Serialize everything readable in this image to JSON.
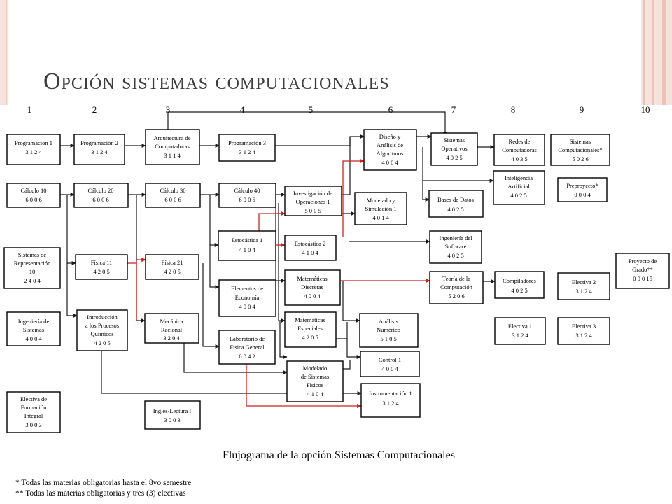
{
  "title": "Opción sistemas computacionales",
  "columns": [
    "1",
    "2",
    "3",
    "4",
    "5",
    "6",
    "7",
    "8",
    "9",
    "10"
  ],
  "courses": [
    {
      "id": "prog1",
      "lines": [
        "Programación 1",
        "3 1 2 4"
      ]
    },
    {
      "id": "calc10",
      "lines": [
        "Cálculo 10",
        "6 0 0 6"
      ]
    },
    {
      "id": "sisrep",
      "lines": [
        "Sistemas de",
        "Representación",
        "10",
        "2 4 0 4"
      ]
    },
    {
      "id": "ingsis",
      "lines": [
        "Ingeniería de",
        "Sistemas",
        "4 0 0 4"
      ]
    },
    {
      "id": "electfi",
      "lines": [
        "Electiva de",
        "Formación",
        "Integral",
        "3 0 0 3"
      ]
    },
    {
      "id": "prog2",
      "lines": [
        "Programación 2",
        "3 1 2 4"
      ]
    },
    {
      "id": "calc20",
      "lines": [
        "Cálculo 20",
        "6 0 0 6"
      ]
    },
    {
      "id": "fis11",
      "lines": [
        "Física 11",
        "4 2 0 5"
      ]
    },
    {
      "id": "intproc",
      "lines": [
        "Introducción",
        "a los Procesos",
        "Químicos",
        "4 2 0 5"
      ]
    },
    {
      "id": "arq",
      "lines": [
        "Arquitectura de",
        "Computadoras",
        "3 1 1 4"
      ]
    },
    {
      "id": "calc30",
      "lines": [
        "Cálculo 30",
        "6 0 0 6"
      ]
    },
    {
      "id": "fis21",
      "lines": [
        "Física 21",
        "4 2 0 5"
      ]
    },
    {
      "id": "mecrac",
      "lines": [
        "Mecánica",
        "Racional",
        "3 2 0 4"
      ]
    },
    {
      "id": "ingles",
      "lines": [
        "Inglés-Lectura I",
        "3 0 0 3"
      ]
    },
    {
      "id": "prog3",
      "lines": [
        "Programación 3",
        "3 1 2 4"
      ]
    },
    {
      "id": "calc40",
      "lines": [
        "Cálculo 40",
        "6 0 0 6"
      ]
    },
    {
      "id": "estoc1",
      "lines": [
        "Estocástica 1",
        "4 1 0 4"
      ]
    },
    {
      "id": "eleco",
      "lines": [
        "Elementos de",
        "Economía",
        "4 0 0 4"
      ]
    },
    {
      "id": "labfis",
      "lines": [
        "Laboratorio de",
        "Física General",
        "0 0 4 2"
      ]
    },
    {
      "id": "invop",
      "lines": [
        "Investigación de",
        "Operaciones 1",
        "5 0 0 5"
      ]
    },
    {
      "id": "estoc2",
      "lines": [
        "Estocástica 2",
        "4 1 0 4"
      ]
    },
    {
      "id": "matdis",
      "lines": [
        "Matemáticas",
        "Discretas",
        "4 0 0 4"
      ]
    },
    {
      "id": "matesp",
      "lines": [
        "Matemáticas",
        "Especiales",
        "4 2 0 5"
      ]
    },
    {
      "id": "modfis",
      "lines": [
        "Modelado",
        "de Sistemas",
        "Físicos",
        "4 1 0 4"
      ]
    },
    {
      "id": "disalg",
      "lines": [
        "Diseño y",
        "Análisis de",
        "Algoritmos",
        "4 0 0 4"
      ]
    },
    {
      "id": "modsim",
      "lines": [
        "Modelado y",
        "Simulación 1",
        "4 0 1 4"
      ]
    },
    {
      "id": "annum",
      "lines": [
        "Análisis",
        "Numérico",
        "5 1 0 5"
      ]
    },
    {
      "id": "control",
      "lines": [
        "Control 1",
        "4 0 0 4"
      ]
    },
    {
      "id": "instr",
      "lines": [
        "Instrumentación 1",
        "3 1 2 4"
      ]
    },
    {
      "id": "sisop",
      "lines": [
        "Sistemas",
        "Operativos",
        "4 0 2 5"
      ]
    },
    {
      "id": "bd",
      "lines": [
        "Bases de Datos",
        "4 0 2 5"
      ]
    },
    {
      "id": "ingsw",
      "lines": [
        "Ingeniería del",
        "Software",
        "4 0 2 5"
      ]
    },
    {
      "id": "teocomp",
      "lines": [
        "Teoría de la",
        "Computación",
        "5 2 0 6"
      ]
    },
    {
      "id": "redes",
      "lines": [
        "Redes de",
        "Computadoras",
        "4 0 3 5"
      ]
    },
    {
      "id": "ia",
      "lines": [
        "Inteligencia",
        "Artificial",
        "4 0 2 5"
      ]
    },
    {
      "id": "compil",
      "lines": [
        "Compiladores",
        "4 0 2 5"
      ]
    },
    {
      "id": "elec1",
      "lines": [
        "Electiva 1",
        "3 1 2 4"
      ]
    },
    {
      "id": "siscomp",
      "lines": [
        "Sistemas",
        "Computacionales*",
        "5 0 2 6"
      ]
    },
    {
      "id": "preproy",
      "lines": [
        "Preproyecto*",
        "0 0 0 4"
      ]
    },
    {
      "id": "elec2",
      "lines": [
        "Electiva 2",
        "3 1 2 4"
      ]
    },
    {
      "id": "elec3",
      "lines": [
        "Electiva 3",
        "3 1 2 4"
      ]
    },
    {
      "id": "proygrado",
      "lines": [
        "Proyecto de",
        "Grado**",
        "0 0 0 15"
      ]
    }
  ],
  "caption": "Flujograma de la opción Sistemas Computacionales",
  "notes": [
    "* Todas las materias obligatorias hasta el 8vo semestre",
    "** Todas las materias obligatorias y tres (3) electivas"
  ],
  "colors": {
    "accent_red": "#cc2222",
    "border": "#000000",
    "slide_edge": "#f6e3de"
  }
}
